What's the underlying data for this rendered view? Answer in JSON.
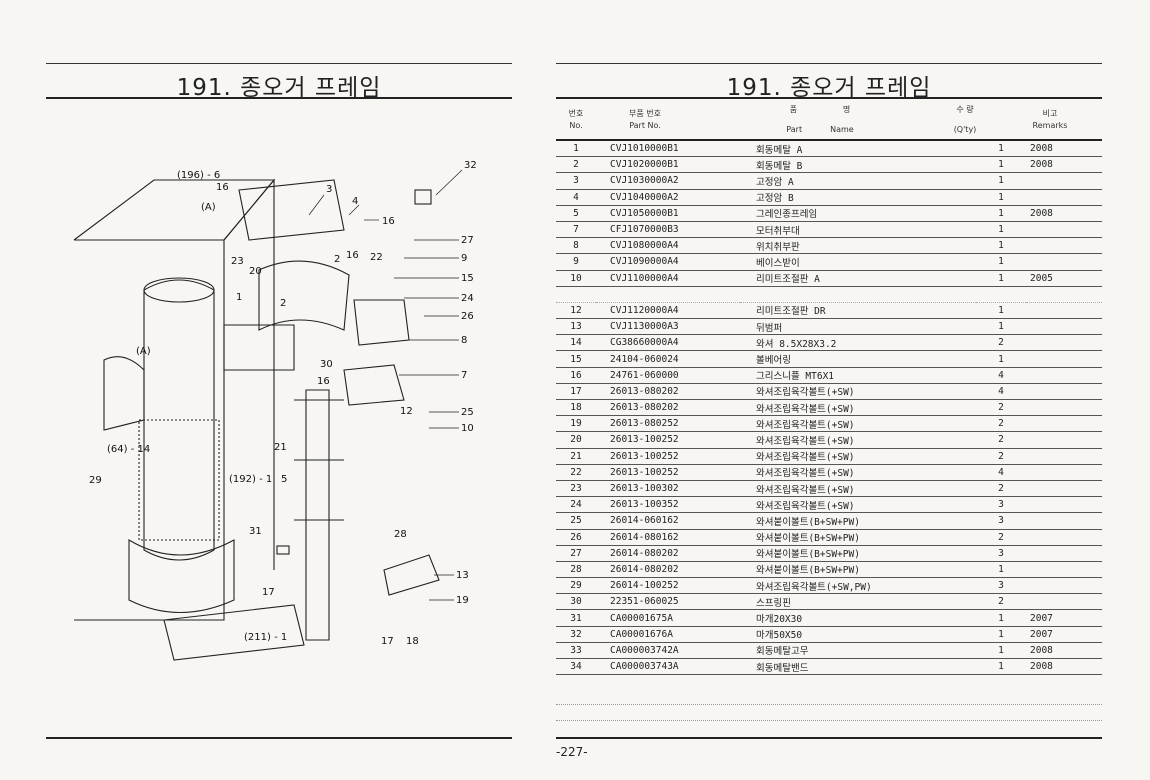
{
  "left_page": {
    "title": "191. 종오거 프레임",
    "callouts": [
      "32",
      "(196) - 6",
      "16",
      "3",
      "(A)",
      "4",
      "16",
      "27",
      "9",
      "15",
      "24",
      "26",
      "8",
      "7",
      "25",
      "10",
      "23",
      "20",
      "2",
      "16",
      "22",
      "1",
      "2",
      "30",
      "16",
      "12",
      "21",
      "(192) - 1",
      "5",
      "31",
      "28",
      "(A)",
      "(64) - 14",
      "29",
      "13",
      "19",
      "17",
      "(211) - 1",
      "17",
      "18"
    ]
  },
  "right_page": {
    "title": "191. 종오거 프레임",
    "header": {
      "no_ko": "번호",
      "no_en": "No.",
      "part_ko": "부품 번호",
      "part_en": "Part No.",
      "name_ko_1": "품",
      "name_ko_2": "명",
      "name_en_1": "Part",
      "name_en_2": "Name",
      "qty_ko": "수 량",
      "qty_en": "(Q'ty)",
      "remarks_ko": "비고",
      "remarks_en": "Remarks"
    },
    "rows": [
      {
        "no": "1",
        "part": "CVJ1010000B1",
        "name": "회동메탈 A",
        "qty": "1",
        "remarks": "2008"
      },
      {
        "no": "2",
        "part": "CVJ1020000B1",
        "name": "회동메탈 B",
        "qty": "1",
        "remarks": "2008"
      },
      {
        "no": "3",
        "part": "CVJ1030000A2",
        "name": "고정암 A",
        "qty": "1",
        "remarks": ""
      },
      {
        "no": "4",
        "part": "CVJ1040000A2",
        "name": "고정암 B",
        "qty": "1",
        "remarks": ""
      },
      {
        "no": "5",
        "part": "CVJ1050000B1",
        "name": "그레인종프레임",
        "qty": "1",
        "remarks": "2008"
      },
      {
        "no": "7",
        "part": "CFJ1070000B3",
        "name": "모터취부대",
        "qty": "1",
        "remarks": ""
      },
      {
        "no": "8",
        "part": "CVJ1080000A4",
        "name": "위치취부판",
        "qty": "1",
        "remarks": ""
      },
      {
        "no": "9",
        "part": "CVJ1090000A4",
        "name": "베이스받이",
        "qty": "1",
        "remarks": ""
      },
      {
        "no": "10",
        "part": "CVJ1100000A4",
        "name": "리미트조절판 A",
        "qty": "1",
        "remarks": "2005"
      },
      {
        "no": "",
        "part": "",
        "name": "",
        "qty": "",
        "remarks": ""
      },
      {
        "no": "12",
        "part": "CVJ1120000A4",
        "name": "리미트조절판 DR",
        "qty": "1",
        "remarks": ""
      },
      {
        "no": "13",
        "part": "CVJ1130000A3",
        "name": "뒤범퍼",
        "qty": "1",
        "remarks": ""
      },
      {
        "no": "14",
        "part": "CG38660000A4",
        "name": "와셔 8.5X28X3.2",
        "qty": "2",
        "remarks": ""
      },
      {
        "no": "15",
        "part": "24104-060024",
        "name": "볼베어링",
        "qty": "1",
        "remarks": ""
      },
      {
        "no": "16",
        "part": "24761-060000",
        "name": "그리스니플 MT6X1",
        "qty": "4",
        "remarks": ""
      },
      {
        "no": "17",
        "part": "26013-080202",
        "name": "와셔조립육각볼트(+SW)",
        "qty": "4",
        "remarks": ""
      },
      {
        "no": "18",
        "part": "26013-080202",
        "name": "와셔조립육각볼트(+SW)",
        "qty": "2",
        "remarks": ""
      },
      {
        "no": "19",
        "part": "26013-080252",
        "name": "와셔조립육각볼트(+SW)",
        "qty": "2",
        "remarks": ""
      },
      {
        "no": "20",
        "part": "26013-100252",
        "name": "와셔조립육각볼트(+SW)",
        "qty": "2",
        "remarks": ""
      },
      {
        "no": "21",
        "part": "26013-100252",
        "name": "와셔조립육각볼트(+SW)",
        "qty": "2",
        "remarks": ""
      },
      {
        "no": "22",
        "part": "26013-100252",
        "name": "와셔조립육각볼트(+SW)",
        "qty": "4",
        "remarks": ""
      },
      {
        "no": "23",
        "part": "26013-100302",
        "name": "와셔조립육각볼트(+SW)",
        "qty": "2",
        "remarks": ""
      },
      {
        "no": "24",
        "part": "26013-100352",
        "name": "와셔조립육각볼트(+SW)",
        "qty": "3",
        "remarks": ""
      },
      {
        "no": "25",
        "part": "26014-060162",
        "name": "와셔붙이볼트(B+SW+PW)",
        "qty": "3",
        "remarks": ""
      },
      {
        "no": "26",
        "part": "26014-080162",
        "name": "와셔붙이볼트(B+SW+PW)",
        "qty": "2",
        "remarks": ""
      },
      {
        "no": "27",
        "part": "26014-080202",
        "name": "와셔붙이볼트(B+SW+PW)",
        "qty": "3",
        "remarks": ""
      },
      {
        "no": "28",
        "part": "26014-080202",
        "name": "와셔붙이볼트(B+SW+PW)",
        "qty": "1",
        "remarks": ""
      },
      {
        "no": "29",
        "part": "26014-100252",
        "name": "와셔조립육각볼트(+SW,PW)",
        "qty": "3",
        "remarks": ""
      },
      {
        "no": "30",
        "part": "22351-060025",
        "name": "스프링핀",
        "qty": "2",
        "remarks": ""
      },
      {
        "no": "31",
        "part": "CA00001675A",
        "name": "마개20X30",
        "qty": "1",
        "remarks": "2007"
      },
      {
        "no": "32",
        "part": "CA00001676A",
        "name": "마개50X50",
        "qty": "1",
        "remarks": "2007"
      },
      {
        "no": "33",
        "part": "CA000003742A",
        "name": "회동메탈고무",
        "qty": "1",
        "remarks": "2008"
      },
      {
        "no": "34",
        "part": "CA000003743A",
        "name": "회동메탈밴드",
        "qty": "1",
        "remarks": "2008"
      }
    ],
    "page_number": "-227-"
  }
}
